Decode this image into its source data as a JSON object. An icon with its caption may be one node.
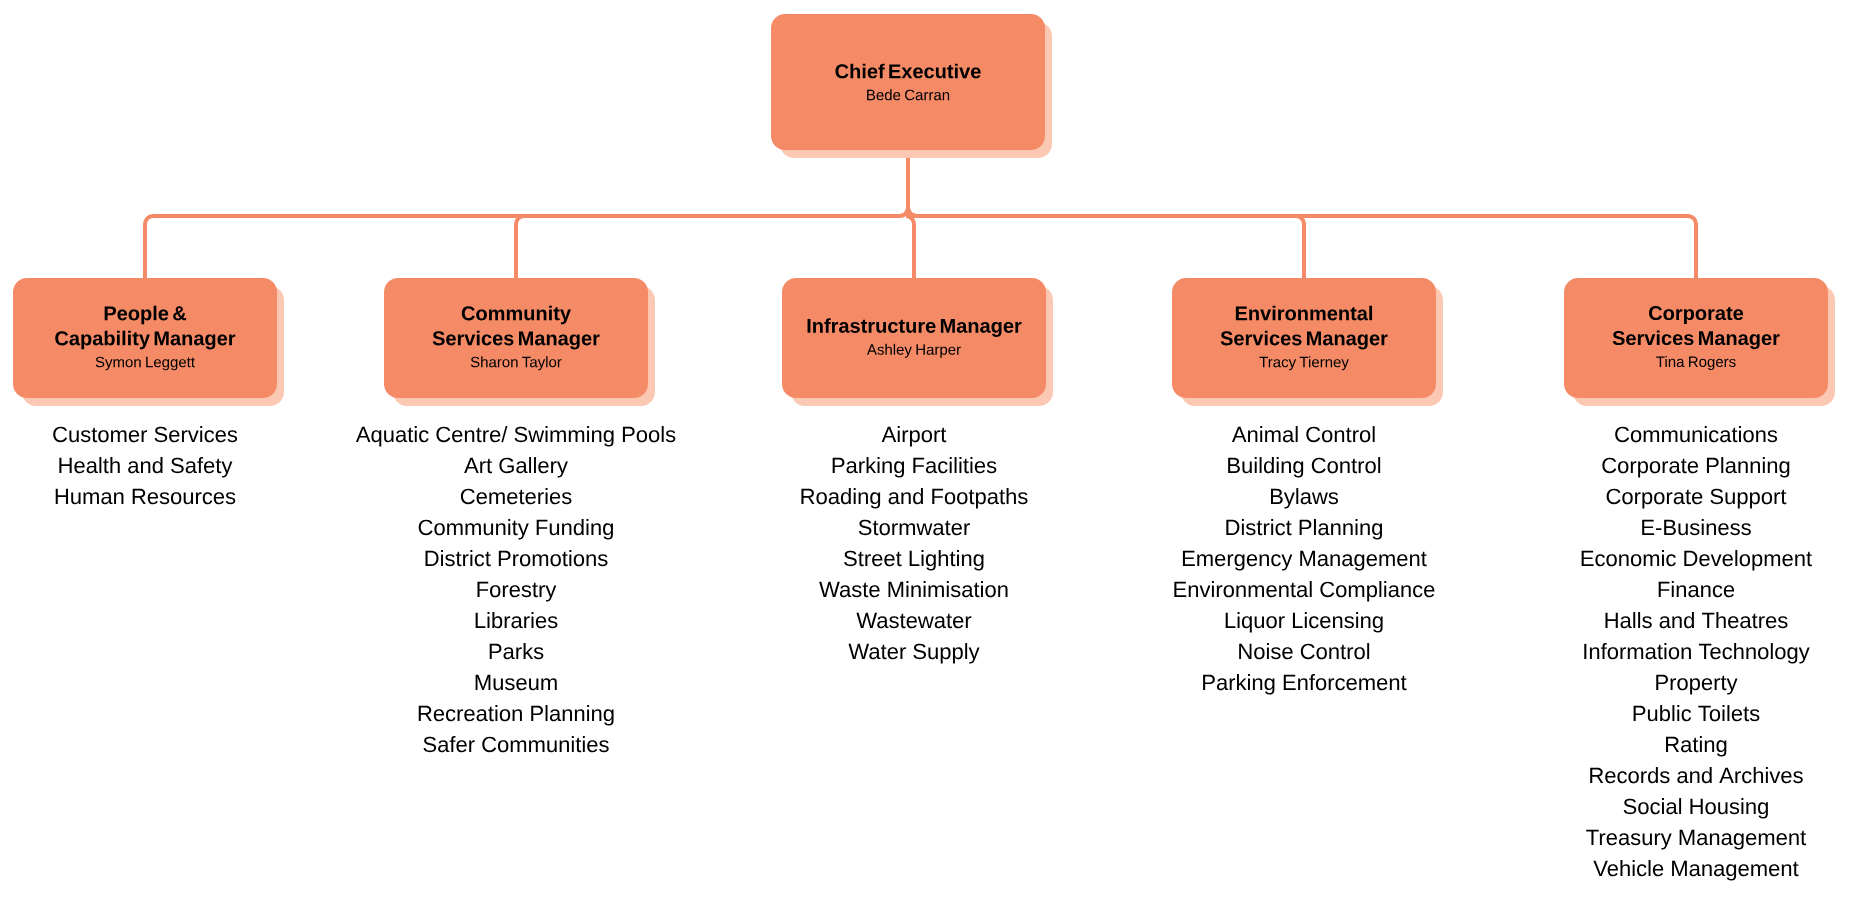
{
  "diagram": {
    "nodes": [
      {
        "text": [
          "Chief Executive",
          "Bede Carran"
        ]
      },
      {
        "text": [
          "People & Capability Manager",
          "Symon Leggett"
        ],
        "beside": [
          "Customer Services",
          "Health and Safety",
          "Human Resources"
        ]
      },
      {
        "text": [
          "Community Services Manager",
          "Sharon Taylor"
        ],
        "beside": [
          "Aquatic Centre/ Swimming Pools",
          "Art Gallery",
          "Cemeteries",
          "Community Funding",
          "District Promotions",
          "Forestry",
          "Libraries",
          "Parks",
          "Museum",
          "Recreation Planning",
          "Safer Communities"
        ]
      },
      {
        "text": [
          "Infrastructure Manager",
          "Ashley Harper"
        ],
        "beside": [
          "Airport",
          "Parking Facilities",
          "Roading and Footpaths",
          "Stormwater",
          "Street Lighting",
          "Waste Minimisation",
          "Wastewater",
          "Water Supply"
        ]
      },
      {
        "text": [
          "Environmental Services Manager",
          "Tracy Tierney"
        ],
        "beside": [
          "Animal Control",
          "Building Control",
          "Bylaws",
          "District Planning",
          "Emergency Management",
          "Environmental Compliance",
          "Liquor Licensing",
          "Noise Control",
          "Parking Enforcement"
        ]
      },
      {
        "text": [
          "Corporate Services Manager",
          "Tina Rogers"
        ],
        "beside": [
          "Communications",
          "Corporate Planning",
          "Corporate Support",
          "E-Business",
          "Economic Development",
          "Finance",
          "Halls and Theatres",
          "Information Technology",
          "Property",
          "Public Toilets",
          "Rating",
          "Records and Archives",
          "Social Housing",
          "Treasury Management",
          "Vehicle Management"
        ]
      }
    ],
    "edges": [
      {
        "from": 0,
        "to": 1,
        "arrow": "none"
      },
      {
        "from": 0,
        "to": 2,
        "arrow": "none"
      },
      {
        "from": 0,
        "to": 3,
        "arrow": "none"
      },
      {
        "from": 0,
        "to": 4,
        "arrow": "none"
      },
      {
        "from": 0,
        "to": 5,
        "arrow": "none"
      }
    ]
  }
}
